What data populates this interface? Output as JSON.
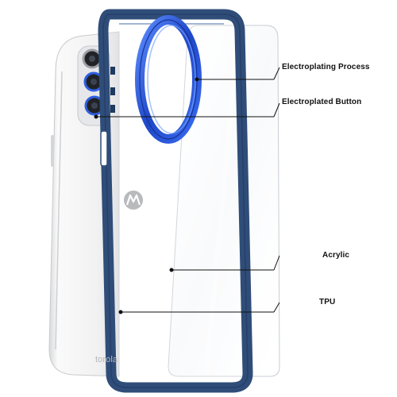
{
  "image": {
    "phone_brand_text": "torola",
    "colors": {
      "background": "#ffffff",
      "phone_body": "#f3f3f4",
      "case_frame": "#2f4d78",
      "camera_ring": "#2f5fe0",
      "leader_line": "#111111"
    }
  },
  "callouts": [
    {
      "id": "electroplating-process",
      "text": "Electroplating Process"
    },
    {
      "id": "electroplated-button",
      "text": "Electroplated Button"
    },
    {
      "id": "acrylic",
      "text": "Acrylic"
    },
    {
      "id": "tpu",
      "text": "TPU"
    }
  ]
}
